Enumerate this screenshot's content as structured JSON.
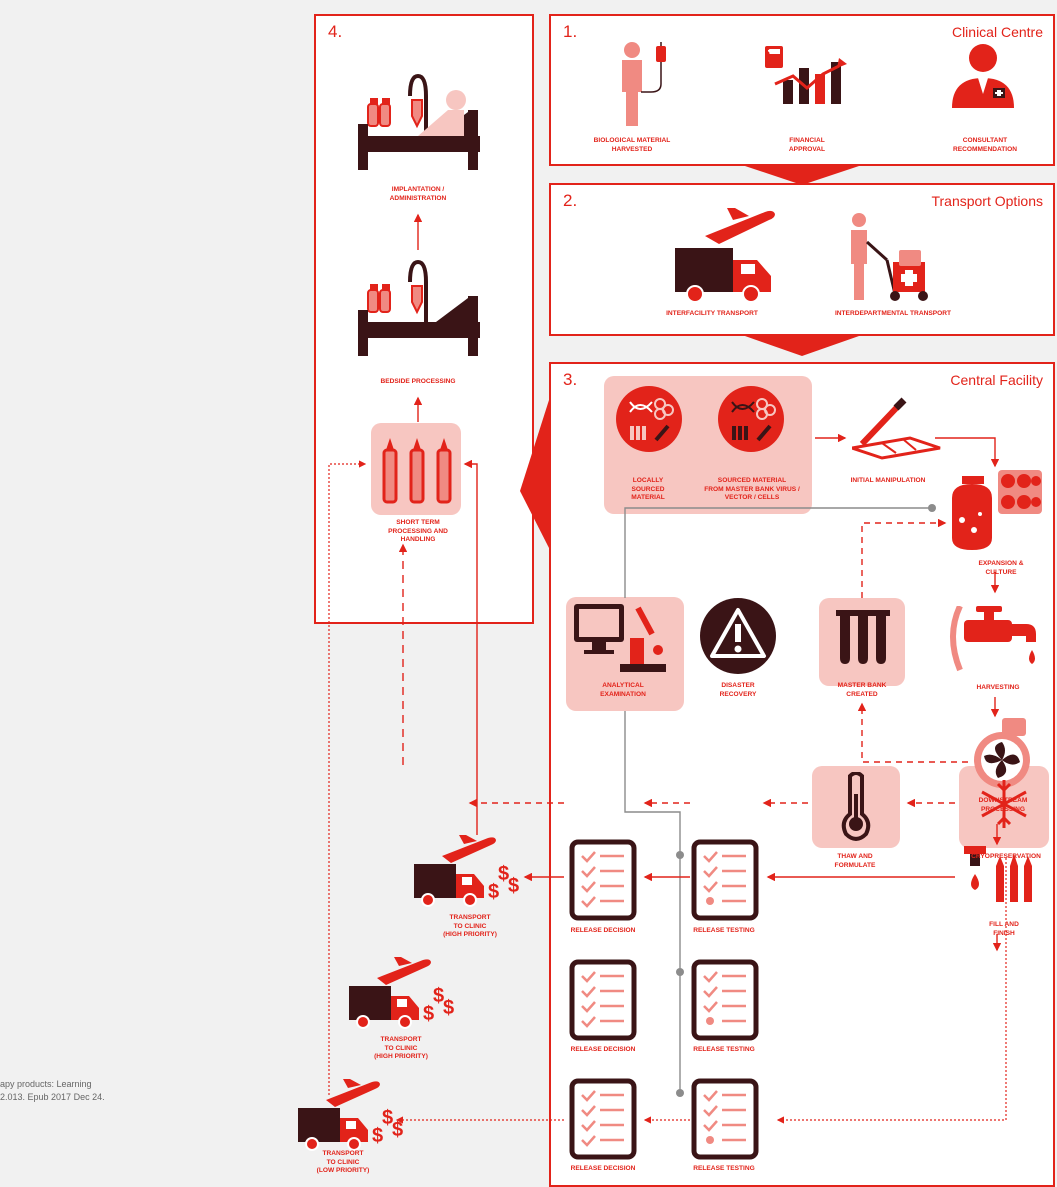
{
  "citation": "apy products: Learning\n2.013. Epub 2017 Dec 24.",
  "colors": {
    "red": "#e2231a",
    "dark": "#3a1416",
    "pink": "#f7c6c1",
    "salmon": "#f08a82",
    "gray": "#8c8c8c"
  },
  "panel1": {
    "number": "1.",
    "title": "Clinical Centre",
    "items": [
      {
        "label": "BIOLOGICAL MATERIAL\nHARVESTED",
        "icon": "patient-iv-icon"
      },
      {
        "label": "FINANCIAL\nAPPROVAL",
        "icon": "financial-chart-icon"
      },
      {
        "label": "CONSULTANT\nRECOMMENDATION",
        "icon": "consultant-icon"
      }
    ]
  },
  "panel2": {
    "number": "2.",
    "title": "Transport Options",
    "items": [
      {
        "label": "INTERFACILITY TRANSPORT",
        "icon": "truck-plane-icon"
      },
      {
        "label": "INTERDEPARTMENTAL TRANSPORT",
        "icon": "person-trolley-icon"
      }
    ]
  },
  "panel3": {
    "number": "3.",
    "title": "Central Facility",
    "labels": {
      "locally_sourced": "LOCALLY\nSOURCED\nMATERIAL",
      "sourced_master": "SOURCED MATERIAL\nFROM MASTER BANK VIRUS /\nVECTOR / CELLS",
      "initial_manipulation": "INITIAL MANIPULATION",
      "expansion": "EXPANSION & CULTURE",
      "harvesting": "HARVESTING",
      "downstream": "DOWNSTREAM\nPROCESSING",
      "fill_finish": "FILL AND FINISH",
      "cryo": "CRYOPRESERVATION",
      "thaw": "THAW AND\nFORMULATE",
      "master_bank": "MASTER BANK\nCREATED",
      "disaster": "DISASTER\nRECOVERY",
      "analytical": "ANALYTICAL\nEXAMINATION",
      "release_testing_1": "RELEASE TESTING",
      "release_testing_2": "RELEASE TESTING",
      "release_testing_3": "RELEASE TESTING",
      "release_decision_1": "RELEASE DECISION",
      "release_decision_2": "RELEASE DECISION",
      "release_decision_3": "RELEASE DECISION"
    }
  },
  "panel4": {
    "number": "4.",
    "labels": {
      "implantation": "IMPLANTATION /\nADMINISTRATION",
      "bedside": "BEDSIDE PROCESSING",
      "short_term": "SHORT TERM\nPROCESSING AND\nHANDLING"
    }
  },
  "transport": {
    "high_1": "TRANSPORT\nTO CLINIC\n(HIGH PRIORITY)",
    "high_2": "TRANSPORT\nTO CLINIC\n(HIGH PRIORITY)",
    "low": "TRANSPORT\nTO CLINIC\n(LOW PRIORITY)"
  }
}
